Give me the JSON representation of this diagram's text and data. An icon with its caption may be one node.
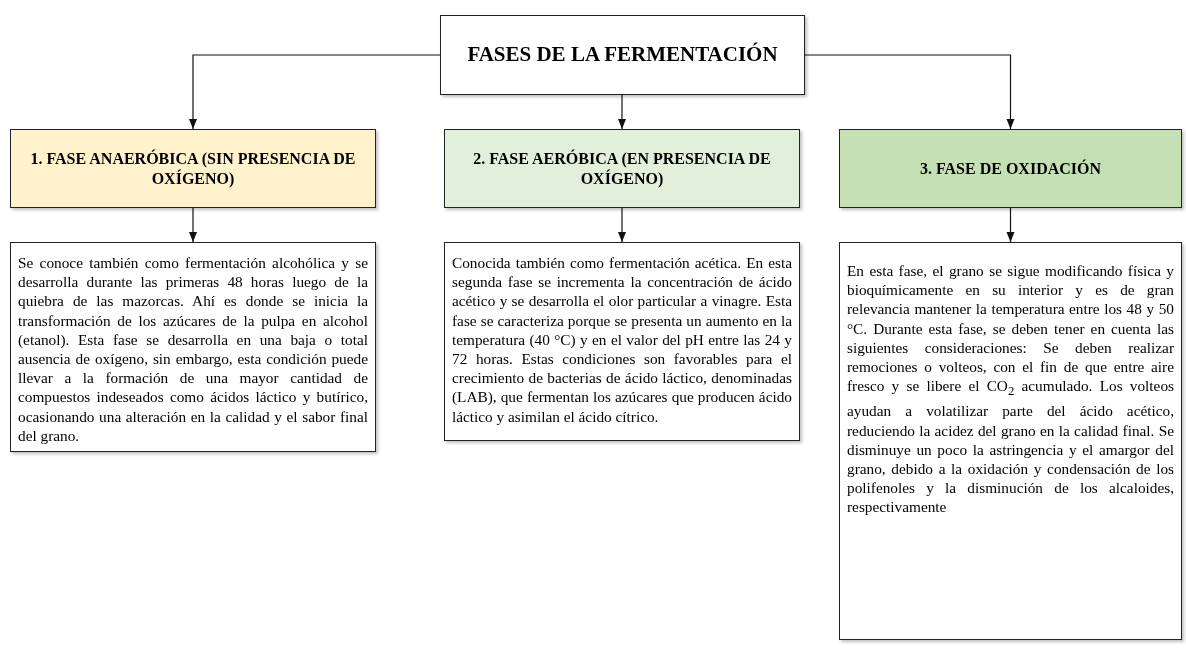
{
  "diagram": {
    "nodes": [
      {
        "text": [
          "FASES DE LA FERMENTACIÓN"
        ]
      },
      {
        "text": [
          "1. FASE ANAERÓBICA (SIN PRESENCIA DE OXÍGENO)"
        ]
      },
      {
        "text": [
          "2. FASE AERÓBICA (EN PRESENCIA DE OXÍGENO)"
        ]
      },
      {
        "text": [
          "3. FASE DE OXIDACIÓN"
        ]
      },
      {
        "text": [
          "Se conoce también como fermentación alcohólica y se desarrolla durante las primeras 48 horas luego de la quiebra de las mazorcas. Ahí es donde se inicia la transformación de los azúcares de la pulpa en alcohol (etanol). Esta fase se desarrolla en una baja o total ausencia de oxígeno, sin embargo, esta condición puede llevar a la formación de una mayor cantidad de compuestos indeseados como ácidos láctico y butírico, ocasionando una alteración en la calidad y el sabor final del grano."
        ]
      },
      {
        "text": [
          "Conocida también como fermentación acética. En esta segunda fase se incrementa la concentración de ácido acético y se desarrolla el olor particular a vinagre. Esta fase se caracteriza porque se presenta un aumento en la temperatura (40 °C) y en el valor del pH entre las 24 y 72 horas. Estas condiciones son favorables para el crecimiento de bacterias de ácido láctico, denominadas (LAB), que fermentan los azúcares que producen ácido láctico y asimilan el ácido cítrico."
        ]
      },
      {
        "text": [
          "En esta fase, el grano se sigue modificando física y bioquímicamente en su interior y es de gran relevancia mantener la temperatura entre los 48 y 50 °C. Durante esta fase, se deben tener en cuenta las siguientes consideraciones: Se deben realizar remociones o volteos, con el fin de que entre aire fresco y se libere el CO$_{2}$ acumulado. Los volteos ayudan a volatilizar parte del ácido acético, reduciendo la acidez del grano en la calidad final. Se disminuye un poco la astringencia y el amargor del grano, debido a la oxidación y condensación de los polifenoles y la disminución de los alcaloides, respectivamente"
        ]
      }
    ],
    "edges": [
      {
        "from": 0,
        "to": 1,
        "arrow": "to"
      },
      {
        "from": 0,
        "to": 2,
        "arrow": "to"
      },
      {
        "from": 0,
        "to": 3,
        "arrow": "to"
      },
      {
        "from": 1,
        "to": 4,
        "arrow": "to"
      },
      {
        "from": 2,
        "to": 5,
        "arrow": "to"
      },
      {
        "from": 3,
        "to": 6,
        "arrow": "to"
      }
    ]
  }
}
